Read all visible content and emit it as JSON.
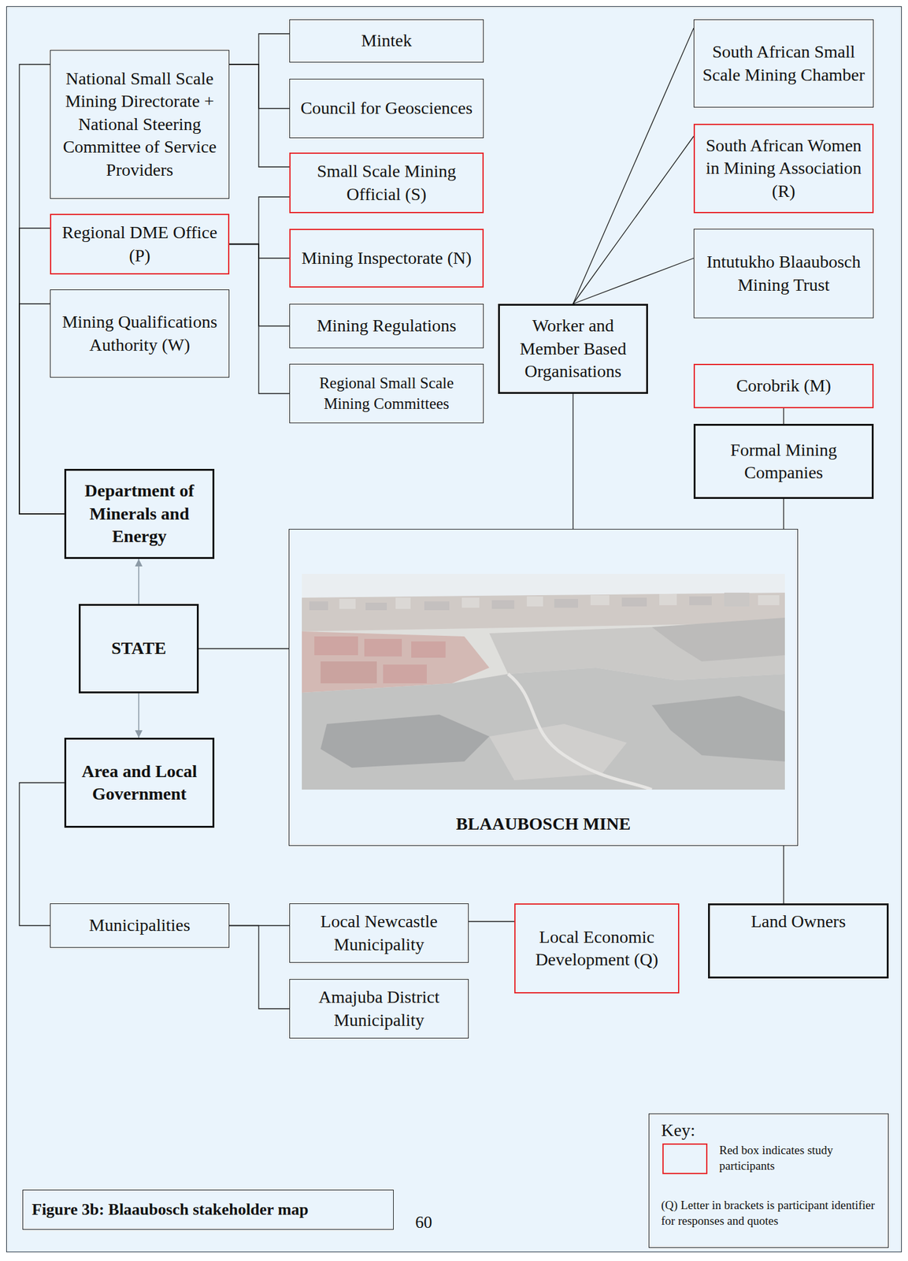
{
  "diagram": {
    "caption": "Figure 3b: Blaaubosch stakeholder map",
    "nodes": [
      {
        "text": [
          "National Small Scale Mining Directorate + National Steering Committee of Service Providers"
        ]
      },
      {
        "text": [
          "Mintek"
        ]
      },
      {
        "text": [
          "Council for Geosciences"
        ]
      },
      {
        "text": [
          "Small Scale Mining Official (S)"
        ]
      },
      {
        "text": [
          "South African Small Scale Mining Chamber"
        ]
      },
      {
        "text": [
          "South African Women in Mining Association (R)"
        ]
      },
      {
        "text": [
          "Regional DME Office (P)"
        ]
      },
      {
        "text": [
          "Mining Inspectorate (N)"
        ]
      },
      {
        "text": [
          "Intutukho Blaaubosch Mining Trust"
        ]
      },
      {
        "text": [
          "Mining Qualifications Authority (W)"
        ]
      },
      {
        "text": [
          "Mining Regulations"
        ]
      },
      {
        "text": [
          "Worker and Member Based Organisations"
        ]
      },
      {
        "text": [
          "Regional Small Scale Mining Committees"
        ]
      },
      {
        "text": [
          "Corobrik (M)"
        ]
      },
      {
        "text": [
          "Formal Mining Companies"
        ]
      },
      {
        "text": [
          "Department of Minerals and Energy"
        ]
      },
      {
        "text": [
          "STATE"
        ]
      },
      {
        "text": [
          "BLAAUBOSCH MINE"
        ]
      },
      {
        "text": [
          "Area and Local Government"
        ]
      },
      {
        "text": [
          "Municipalities"
        ]
      },
      {
        "text": [
          "Local Newcastle Municipality"
        ]
      },
      {
        "text": [
          "Local Economic Development (Q)"
        ]
      },
      {
        "text": [
          "Land Owners"
        ]
      },
      {
        "text": [
          "Amajuba District Municipality"
        ]
      }
    ],
    "edges": [
      {
        "from": 15,
        "to": 0,
        "arrow": "none"
      },
      {
        "from": 15,
        "to": 6,
        "arrow": "none"
      },
      {
        "from": 15,
        "to": 9,
        "arrow": "none"
      },
      {
        "from": 0,
        "to": 1,
        "arrow": "none"
      },
      {
        "from": 0,
        "to": 2,
        "arrow": "none"
      },
      {
        "from": 0,
        "to": 3,
        "arrow": "none"
      },
      {
        "from": 6,
        "to": 3,
        "arrow": "none"
      },
      {
        "from": 6,
        "to": 7,
        "arrow": "none"
      },
      {
        "from": 6,
        "to": 10,
        "arrow": "none"
      },
      {
        "from": 6,
        "to": 12,
        "arrow": "none"
      },
      {
        "from": 11,
        "to": 4,
        "arrow": "none"
      },
      {
        "from": 11,
        "to": 5,
        "arrow": "none"
      },
      {
        "from": 11,
        "to": 8,
        "arrow": "none"
      },
      {
        "from": 11,
        "to": 17,
        "arrow": "none"
      },
      {
        "from": 13,
        "to": 14,
        "arrow": "none"
      },
      {
        "from": 14,
        "to": 17,
        "arrow": "none"
      },
      {
        "from": 16,
        "to": 15,
        "arrow": "to"
      },
      {
        "from": 16,
        "to": 18,
        "arrow": "to"
      },
      {
        "from": 16,
        "to": 17,
        "arrow": "none"
      },
      {
        "from": 17,
        "to": 22,
        "arrow": "none"
      },
      {
        "from": 18,
        "to": 19,
        "arrow": "none"
      },
      {
        "from": 19,
        "to": 20,
        "arrow": "none"
      },
      {
        "from": 19,
        "to": 23,
        "arrow": "none"
      },
      {
        "from": 20,
        "to": 21,
        "arrow": "none"
      }
    ],
    "labels": [
      "Key:",
      "(Q) Letter in brackets is participant identifier for responses and quotes",
      "60"
    ],
    "legend": [
      {
        "text": "Red box indicates study participants",
        "color": "#e8262b"
      }
    ]
  }
}
